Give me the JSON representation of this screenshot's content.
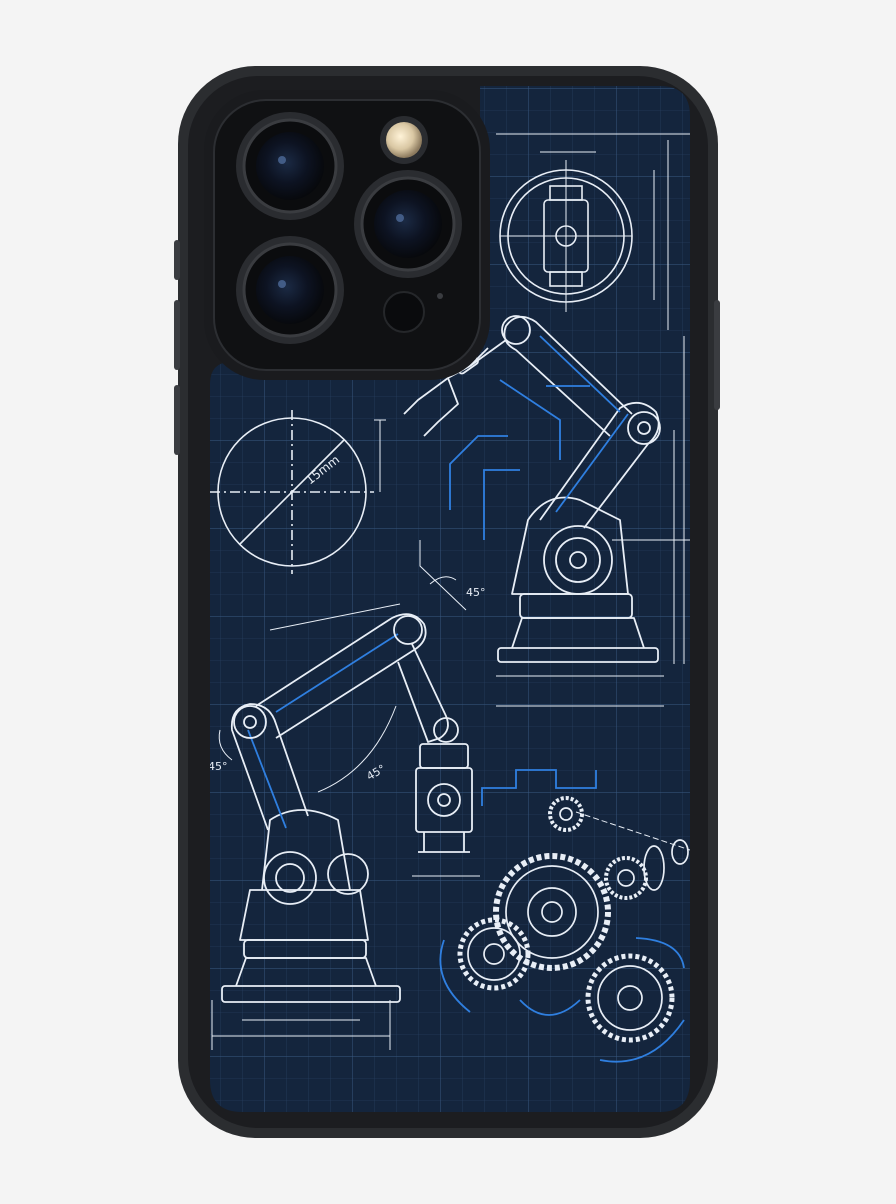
{
  "product": {
    "type": "phone case",
    "theme": "robotic arm blueprint"
  },
  "annotations": {
    "circle_label": "15mm",
    "angle_upper": "45°",
    "angle_left": "45°",
    "angle_mid": "45°"
  },
  "colors": {
    "background": "#f4f4f4",
    "case_frame": "#2b2d30",
    "blueprint_bg": "#14253d",
    "grid_line": "#2b4568",
    "line_white": "#e8eef6",
    "accent_blue": "#2f7fe0",
    "camera_block": "#101113"
  }
}
